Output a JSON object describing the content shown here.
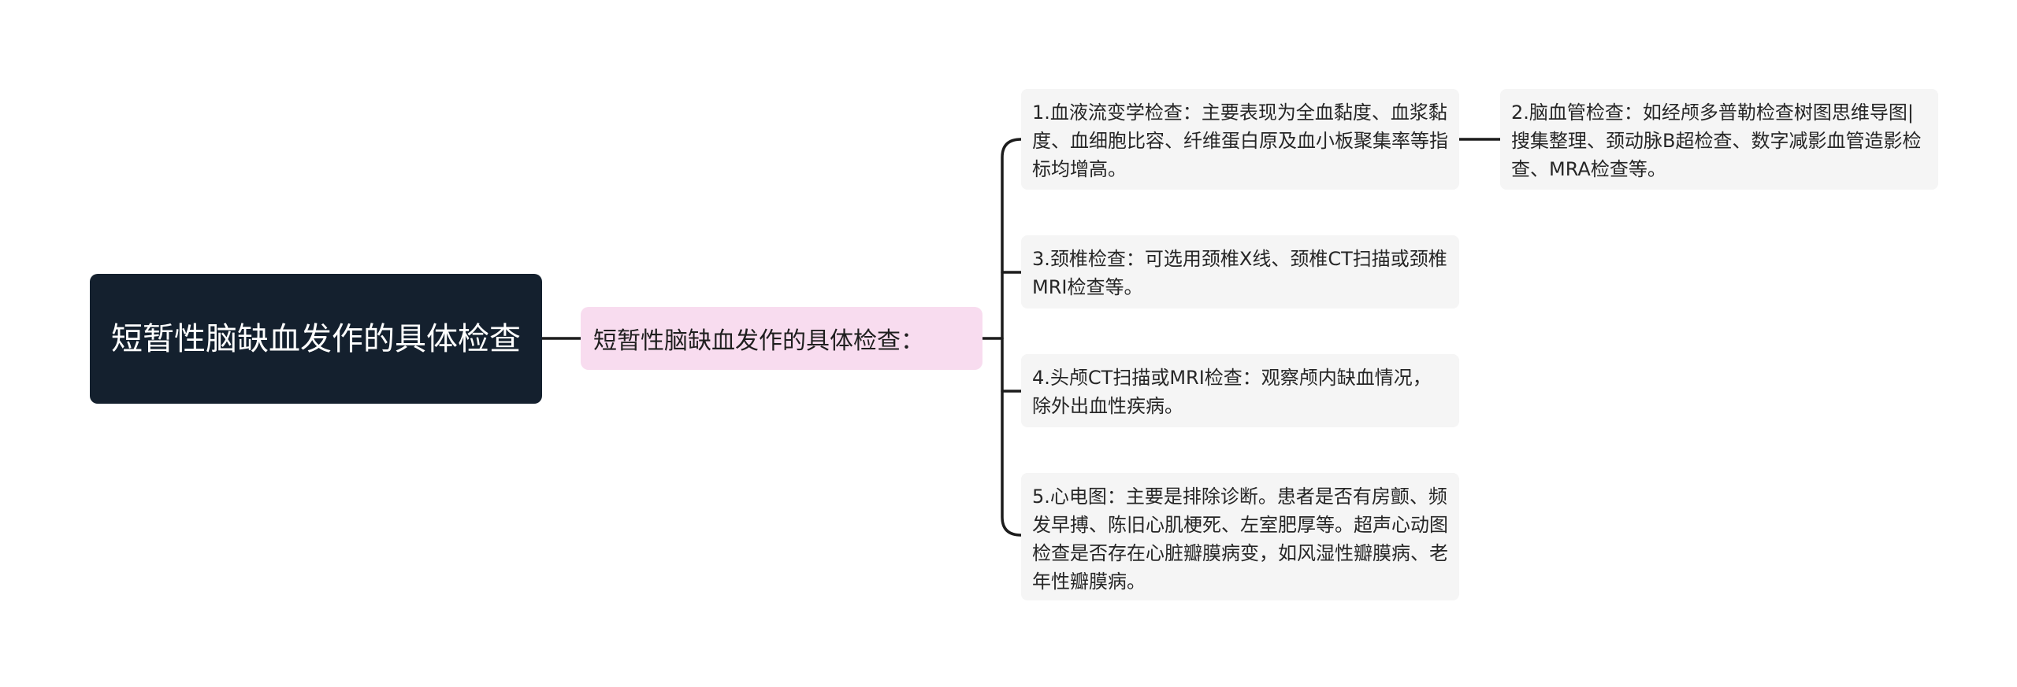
{
  "mindmap": {
    "root": {
      "text": "短暂性脑缺血发作的具体检查"
    },
    "branch": {
      "text": "短暂性脑缺血发作的具体检查："
    },
    "items": [
      {
        "text": "1.血液流变学检查：主要表现为全血黏度、血浆黏度、血细胞比容、纤维蛋白原及血小板聚集率等指标均增高。"
      },
      {
        "text": "3.颈椎检查：可选用颈椎X线、颈椎CT扫描或颈椎MRI检查等。"
      },
      {
        "text": "4.头颅CT扫描或MRI检查：观察颅内缺血情况，除外出血性疾病。"
      },
      {
        "text": "5.心电图：主要是排除诊断。患者是否有房颤、频发早搏、陈旧心肌梗死、左室肥厚等。超声心动图检查是否存在心脏瓣膜病变，如风湿性瓣膜病、老年性瓣膜病。"
      }
    ],
    "child_of_item_1": {
      "text": "2.脑血管检查：如经颅多普勒检查树图思维导图|搜集整理、颈动脉B超检查、数字减影血管造影检查、MRA检查等。"
    },
    "colors": {
      "root_bg": "#14202e",
      "branch_bg": "#f8dcef",
      "leaf_bg": "#f5f5f5",
      "connector": "#1c1c1c"
    }
  }
}
